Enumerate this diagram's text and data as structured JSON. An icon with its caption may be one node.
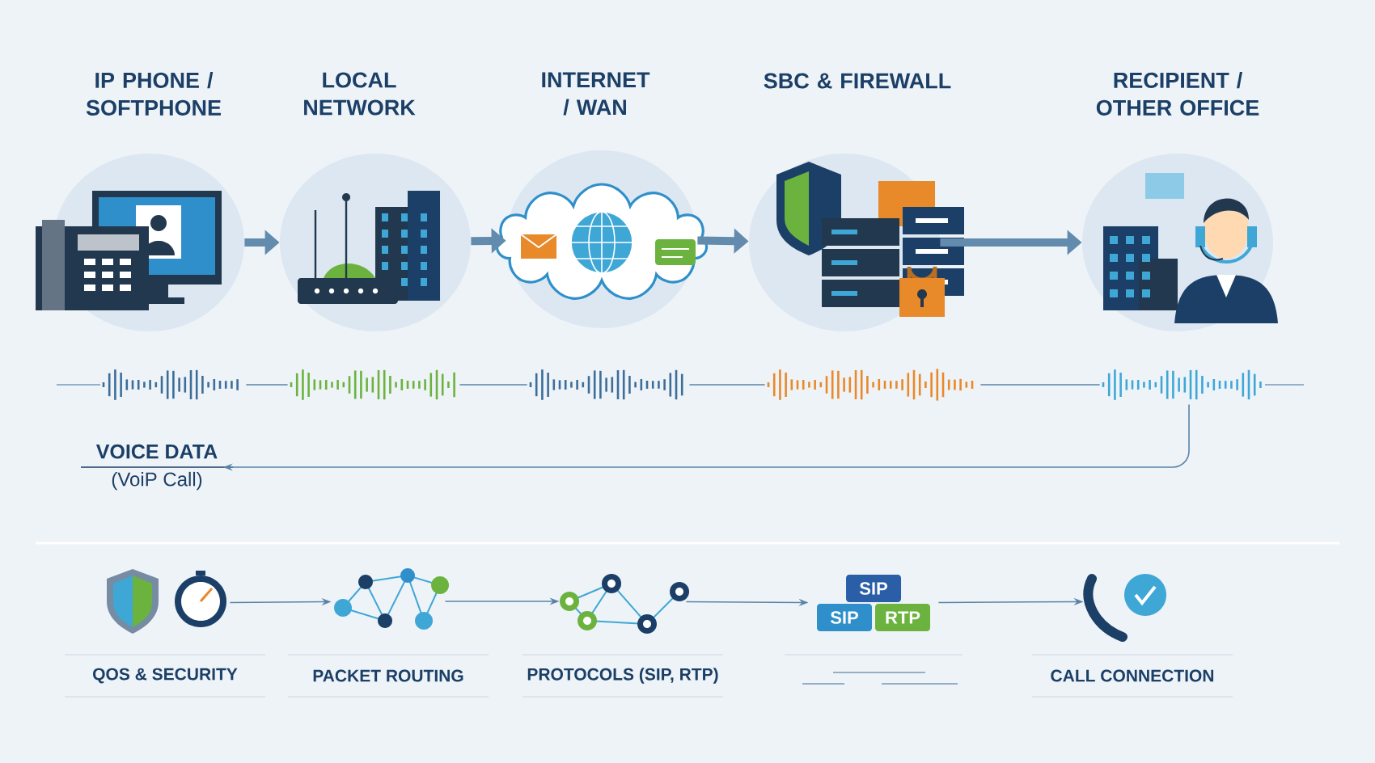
{
  "diagram": {
    "nodes": [
      {
        "text": [
          "IP PHONE / SOFTPHONE"
        ]
      },
      {
        "text": [
          "LOCAL NETWORK"
        ]
      },
      {
        "text": [
          "INTERNET / WAN"
        ]
      },
      {
        "text": [
          "SBC & FIREWALL"
        ]
      },
      {
        "text": [
          "RECIPIENT / OTHER OFFICE"
        ]
      },
      {
        "text": [],
        "shape": "picture"
      },
      {
        "text": [],
        "shape": "picture"
      },
      {
        "text": [],
        "shape": "picture"
      },
      {
        "text": [],
        "shape": "picture"
      },
      {
        "text": [],
        "shape": "picture"
      },
      {
        "text": [
          "VOICE DATA",
          "(VoiP Call)"
        ]
      },
      {
        "text": [
          "QOS & SECURITY"
        ]
      },
      {
        "text": [
          "PACKET ROUTING"
        ]
      },
      {
        "text": [
          "PROTOCOLS (SIP, RTP)"
        ]
      },
      {
        "text": [
          "SIP",
          "SIP",
          "RTP"
        ]
      },
      {
        "text": [
          "CALL CONNECTION"
        ]
      }
    ],
    "edges": [
      {
        "from": 0,
        "to": 1,
        "arrow": "to",
        "style": "thick"
      },
      {
        "from": 1,
        "to": 2,
        "arrow": "to",
        "style": "thick"
      },
      {
        "from": 2,
        "to": 3,
        "arrow": "to",
        "style": "thick"
      },
      {
        "from": 3,
        "to": 4,
        "arrow": "to",
        "style": "thick"
      },
      {
        "from": 5,
        "to": 6,
        "arrow": "none"
      },
      {
        "from": 6,
        "to": 7,
        "arrow": "none"
      },
      {
        "from": 7,
        "to": 8,
        "arrow": "none"
      },
      {
        "from": 8,
        "to": 9,
        "arrow": "none"
      },
      {
        "from": 9,
        "to": 10,
        "arrow": "to"
      },
      {
        "from": 11,
        "to": 12,
        "arrow": "to"
      },
      {
        "from": 12,
        "to": 13,
        "arrow": "to"
      },
      {
        "from": 13,
        "to": 14,
        "arrow": "to"
      },
      {
        "from": 14,
        "to": 15,
        "arrow": "to"
      }
    ]
  }
}
